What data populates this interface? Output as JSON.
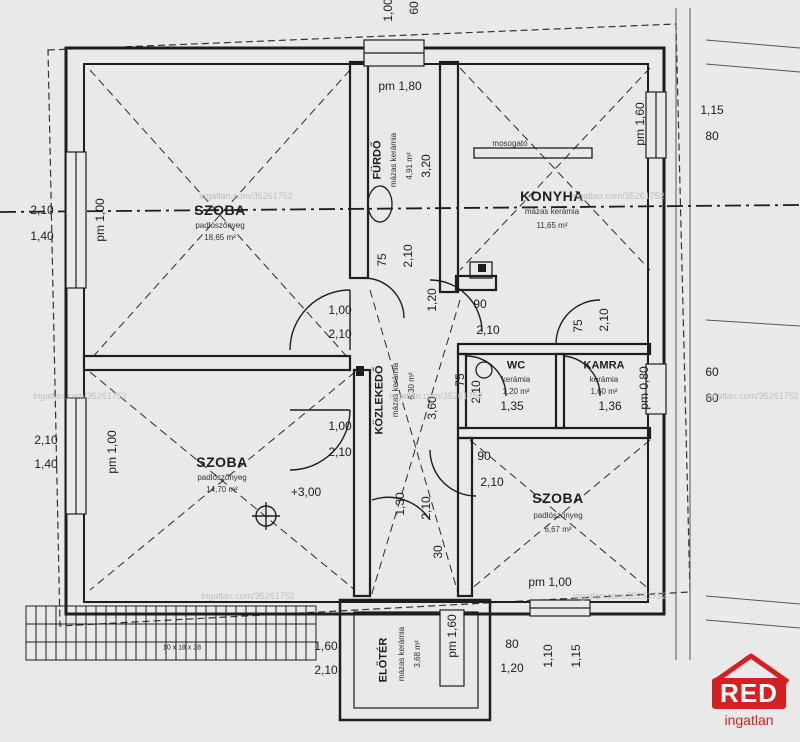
{
  "rooms": {
    "szoba_nw": {
      "name": "SZOBA",
      "floor": "padlószőnyeg",
      "area": "18,65 m²"
    },
    "furdo": {
      "name": "FÜRDŐ",
      "floor": "mázas kerámia",
      "area": "4,91 m²"
    },
    "konyha": {
      "name": "KONYHA",
      "floor": "mázas kerámia",
      "area": "11,65 m²"
    },
    "kozlekedo": {
      "name": "KÖZLEKEDŐ",
      "floor": "mázas kerámia",
      "area": "6,30 m²"
    },
    "wc": {
      "name": "WC",
      "floor": "kerámia",
      "area": "1,20 m²"
    },
    "kamra": {
      "name": "KAMRA",
      "floor": "kerámia",
      "area": "1,60 m²"
    },
    "szoba_sw": {
      "name": "SZOBA",
      "floor": "padlószőnyeg",
      "area": "14,70 m²"
    },
    "szoba_se": {
      "name": "SZOBA",
      "floor": "padlószőnyeg",
      "area": "6,67 m²"
    },
    "eloter": {
      "name": "ELŐTÉR",
      "floor": "mázas kerámia",
      "area": "3,68 m²"
    }
  },
  "dimensions": {
    "top_100": "1,00",
    "top_60": "60",
    "pm_180": "pm 1,80",
    "pm_160": "pm 1,60",
    "right_115": "1,15",
    "right_80": "80",
    "w1_210": "2,10",
    "w1_140": "1,40",
    "w1_pm": "pm 1,00",
    "w2_210": "2,10",
    "w2_140": "1,40",
    "w2_pm": "pm 1,00",
    "furdo_320": "3,20",
    "furdo_75": "75",
    "furdo_210": "2,10",
    "d1_100": "1,00",
    "d1_210": "2,10",
    "d2_90": "90",
    "d2_210": "2,10",
    "d3_75": "75",
    "d3_210": "2,10",
    "d4_100": "1,00",
    "d4_210": "2,10",
    "d5_90": "90",
    "d5_210": "2,10",
    "kozl_360": "3,60",
    "kozl_120": "1,20",
    "wc_135": "1,35",
    "wc_75": "75",
    "wc_210": "2,10",
    "kamra_136": "1,36",
    "kamra_pm": "pm 0,80",
    "right_60a": "60",
    "right_60b": "60",
    "level": "+3,00",
    "pm_100": "pm 1,00",
    "e_130": "1,30",
    "e_210": "2,10",
    "e_30": "30",
    "eloter_160": "1,60",
    "eloter_210": "2,10",
    "eloter_pm": "pm 1,60",
    "eloter_80": "80",
    "eloter_120": "1,20",
    "bottom_110": "1,10",
    "bottom_115": "1,15",
    "stair": "10 x 18 x 28"
  },
  "furniture": {
    "counter": "mosogató"
  },
  "watermarks": [
    "ingatlan.com/35261752"
  ],
  "logo": {
    "brand": "RED",
    "sub": "ingatlan"
  },
  "colors": {
    "line": "#1e1e1e",
    "paper": "#e9e9ea",
    "brand": "#d42020"
  }
}
